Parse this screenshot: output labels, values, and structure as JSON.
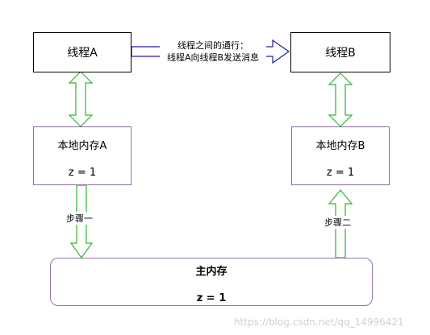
{
  "thread_a": {
    "label": "线程A"
  },
  "thread_b": {
    "label": "线程B"
  },
  "message": {
    "line1": "线程之间的通行：",
    "line2": "线程A向线程B发送消息"
  },
  "local_a": {
    "title": "本地内存A",
    "value": "z = 1"
  },
  "local_b": {
    "title": "本地内存B",
    "value": "z = 1"
  },
  "main_memory": {
    "title": "主内存",
    "value": "z = 1"
  },
  "step1": {
    "label": "步骤一"
  },
  "step2": {
    "label": "步骤二"
  },
  "watermark": {
    "text": "https://blog.csdn.net/qq_14996421"
  },
  "colors": {
    "arrow_green": "#2eb82e",
    "arrow_blue": "#1a1aa6",
    "box_purple": "#9673a6"
  }
}
